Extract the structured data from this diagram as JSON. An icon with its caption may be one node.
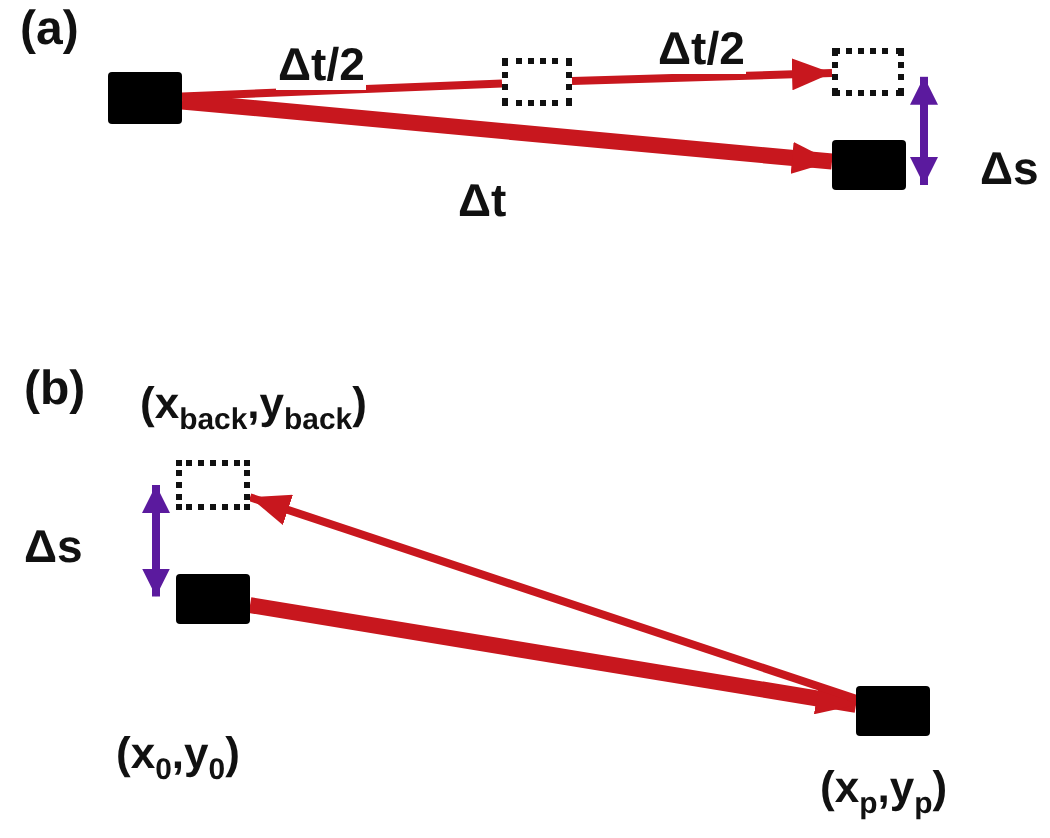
{
  "diagram": {
    "nodes": [
      {
        "text": [],
        "shape": "box"
      },
      {
        "text": [],
        "shape": "box"
      },
      {
        "text": [],
        "shape": "box"
      },
      {
        "text": [],
        "shape": "box"
      },
      {
        "text": [],
        "shape": "box",
        "beside": [
          "(x$_{back}$,y$_{back}$)"
        ]
      },
      {
        "text": [],
        "shape": "box",
        "beside": [
          "(x$_{0}$,y$_{0}$)"
        ]
      },
      {
        "text": [],
        "shape": "box",
        "beside": [
          "(x$_{p}$,y$_{p}$)"
        ]
      }
    ],
    "edges": [
      {
        "from": 0,
        "to": 1,
        "arrow": "none",
        "label": "Δt/2"
      },
      {
        "from": 1,
        "to": 2,
        "arrow": "to",
        "label": "Δt/2"
      },
      {
        "from": 0,
        "to": 3,
        "arrow": "to",
        "label": "Δt",
        "style": "thick"
      },
      {
        "from": 5,
        "to": 6,
        "arrow": "to",
        "style": "thick"
      },
      {
        "from": 6,
        "to": 4,
        "arrow": "to"
      },
      {
        "from": 2,
        "to": 3,
        "arrow": "both",
        "color": "#5b1a9e"
      },
      {
        "from": 4,
        "to": 5,
        "arrow": "both",
        "color": "#5b1a9e"
      }
    ],
    "labels": [
      "(a)",
      "Δs",
      "(b)",
      "Δs"
    ]
  }
}
